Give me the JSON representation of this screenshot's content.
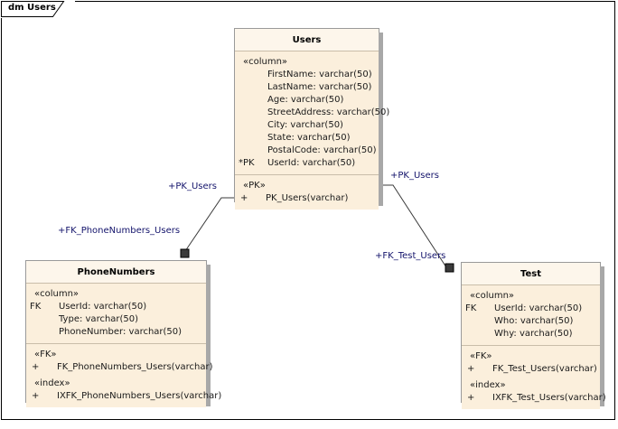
{
  "diagram": {
    "tab_label": "dm Users",
    "type": "uml-data-model-diagram",
    "colors": {
      "class_fill": "#fbefdc",
      "header_fill": "#fdf6eb",
      "border": "#9a9a9a",
      "separator": "#c9bda9",
      "shadow": "#a8a8a8",
      "label_text": "#13136b",
      "body_text": "#1a1a1a",
      "frame_border": "#000000"
    }
  },
  "classes": [
    {
      "id": "users",
      "name": "Users",
      "compartments": [
        {
          "stereotype": "«column»",
          "rows": [
            {
              "key": "",
              "text": "FirstName: varchar(50)"
            },
            {
              "key": "",
              "text": "LastName: varchar(50)"
            },
            {
              "key": "",
              "text": "Age: varchar(50)"
            },
            {
              "key": "",
              "text": "StreetAddress: varchar(50)"
            },
            {
              "key": "",
              "text": "City: varchar(50)"
            },
            {
              "key": "",
              "text": "State: varchar(50)"
            },
            {
              "key": "",
              "text": "PostalCode: varchar(50)"
            },
            {
              "key": "*PK",
              "text": "UserId: varchar(50)"
            }
          ]
        },
        {
          "groups": [
            {
              "stereotype": "«PK»",
              "rows": [
                {
                  "vis": "+",
                  "text": "PK_Users(varchar)"
                }
              ]
            }
          ]
        }
      ]
    },
    {
      "id": "phonenumbers",
      "name": "PhoneNumbers",
      "compartments": [
        {
          "stereotype": "«column»",
          "rows": [
            {
              "key": "FK",
              "text": "UserId: varchar(50)"
            },
            {
              "key": "",
              "text": "Type: varchar(50)"
            },
            {
              "key": "",
              "text": "PhoneNumber: varchar(50)"
            }
          ]
        },
        {
          "groups": [
            {
              "stereotype": "«FK»",
              "rows": [
                {
                  "vis": "+",
                  "text": "FK_PhoneNumbers_Users(varchar)"
                }
              ]
            },
            {
              "stereotype": "«index»",
              "rows": [
                {
                  "vis": "+",
                  "text": "IXFK_PhoneNumbers_Users(varchar)"
                }
              ]
            }
          ]
        }
      ]
    },
    {
      "id": "test",
      "name": "Test",
      "compartments": [
        {
          "stereotype": "«column»",
          "rows": [
            {
              "key": "FK",
              "text": "UserId: varchar(50)"
            },
            {
              "key": "",
              "text": "Who: varchar(50)"
            },
            {
              "key": "",
              "text": "Why: varchar(50)"
            }
          ]
        },
        {
          "groups": [
            {
              "stereotype": "«FK»",
              "rows": [
                {
                  "vis": "+",
                  "text": "FK_Test_Users(varchar)"
                }
              ]
            },
            {
              "stereotype": "«index»",
              "rows": [
                {
                  "vis": "+",
                  "text": "IXFK_Test_Users(varchar)"
                }
              ]
            }
          ]
        }
      ]
    }
  ],
  "connectors": [
    {
      "id": "users-phonenumbers",
      "source": "Users",
      "target": "PhoneNumbers",
      "source_label": "+PK_Users",
      "target_label": "+FK_PhoneNumbers_Users",
      "target_end": "composition-square"
    },
    {
      "id": "users-test",
      "source": "Users",
      "target": "Test",
      "source_label": "+PK_Users",
      "target_label": "+FK_Test_Users",
      "target_end": "composition-square"
    }
  ]
}
